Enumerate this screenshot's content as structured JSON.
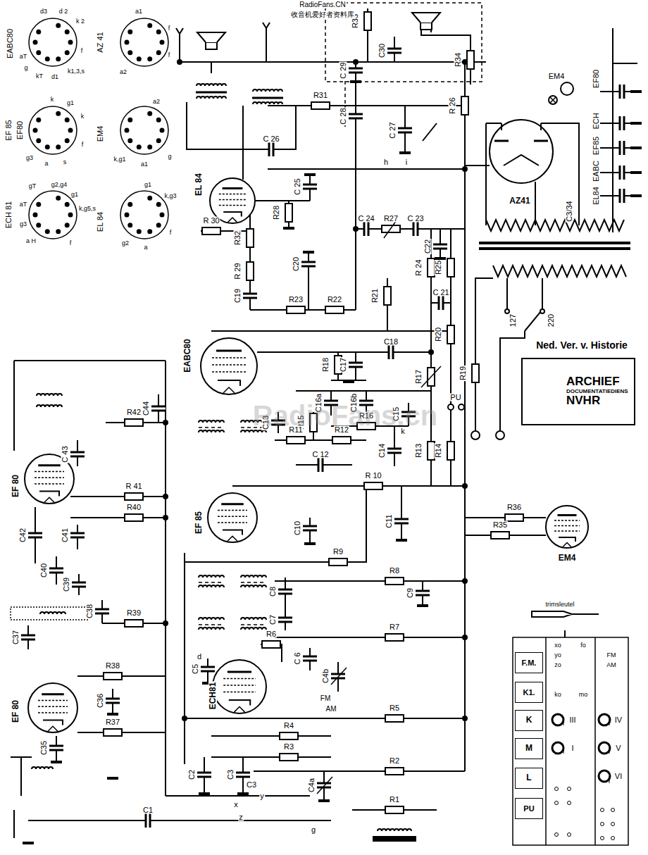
{
  "diagram": {
    "nodes": [
      {
        "text": [
          "F.M."
        ]
      },
      {
        "text": [
          "K1."
        ]
      },
      {
        "text": [
          "K"
        ]
      },
      {
        "text": [
          "M"
        ]
      },
      {
        "text": [
          "L"
        ]
      },
      {
        "text": [
          "PU"
        ]
      },
      {
        "text": [
          "ARCHIEF",
          "DOCUMENTATIEDIENS",
          "NVHR"
        ]
      }
    ],
    "labels": [
      "R33",
      "R34",
      "C 29",
      "C30",
      "R31",
      "C 28",
      "C 27",
      "R 26",
      "C 26",
      "C 25",
      "R28",
      "R32",
      "R 30",
      "R 29",
      "C19",
      "R23",
      "C20",
      "R22",
      "C 24",
      "R27",
      "C 23",
      "C22",
      "R 24",
      "R25",
      "R21",
      "C 21",
      "R20",
      "C18",
      "R18",
      "C17",
      "R17",
      "C16a",
      "C16b",
      "C15",
      "R16",
      "R15",
      "C13",
      "R11",
      "R12",
      "C 12",
      "C14",
      "R13",
      "R14",
      "R 10",
      "C11",
      "C10",
      "R9",
      "C8",
      "R8",
      "C9",
      "C7",
      "R7",
      "C5",
      "R6",
      "C 6",
      "C4b",
      "R5",
      "R4",
      "R3",
      "C2",
      "C3",
      "C4a",
      "R2",
      "R1",
      "C1",
      "C44",
      "R42",
      "C 43",
      "R 41",
      "R40",
      "C42",
      "C41",
      "C40",
      "C39",
      "C38",
      "R39",
      "C37",
      "R38",
      "C36",
      "R37",
      "C35",
      "R35",
      "R36",
      "R19",
      "C3",
      "EL 84",
      "EABC80",
      "EF 85",
      "ECH81",
      "EF 80",
      "EF 80",
      "EM4",
      "AZ41",
      "EM4",
      "EF80",
      "ECH",
      "EF85",
      "EABC",
      "EL84",
      "C3/34",
      "EABC80",
      "d3",
      "d 2",
      "k 2",
      "aT",
      "g",
      "kT",
      "d1",
      "k1,3,s",
      "f",
      "AZ 41",
      "a1",
      "f",
      "f",
      "a2",
      "EF 85",
      "EF80",
      "k",
      "g1",
      "k",
      "g3",
      "a",
      "s",
      "f",
      "EM4",
      "a2",
      "k,g1",
      "a1",
      "g",
      "ECH 81",
      "gT",
      "g2,g4",
      "g1",
      "k,g5,s",
      "aT",
      "g3",
      "a H",
      "f",
      "EL 84",
      "g1",
      "k,g3",
      "g2",
      "a",
      "f",
      "h",
      "i",
      "FM",
      "AM",
      "d",
      "x",
      "y",
      "z",
      "g",
      "PU",
      "k",
      "127",
      "220",
      "Ned. Ver. v. Historie",
      "trimsleutel",
      "RadioFans.CN",
      "收音机爱好者资料库",
      "RadioFans.cn",
      "xo",
      "yo",
      "zo",
      "fo",
      "FM",
      "AM",
      "ko",
      "mo",
      "III",
      "IV",
      "I",
      "V",
      "VI"
    ]
  }
}
